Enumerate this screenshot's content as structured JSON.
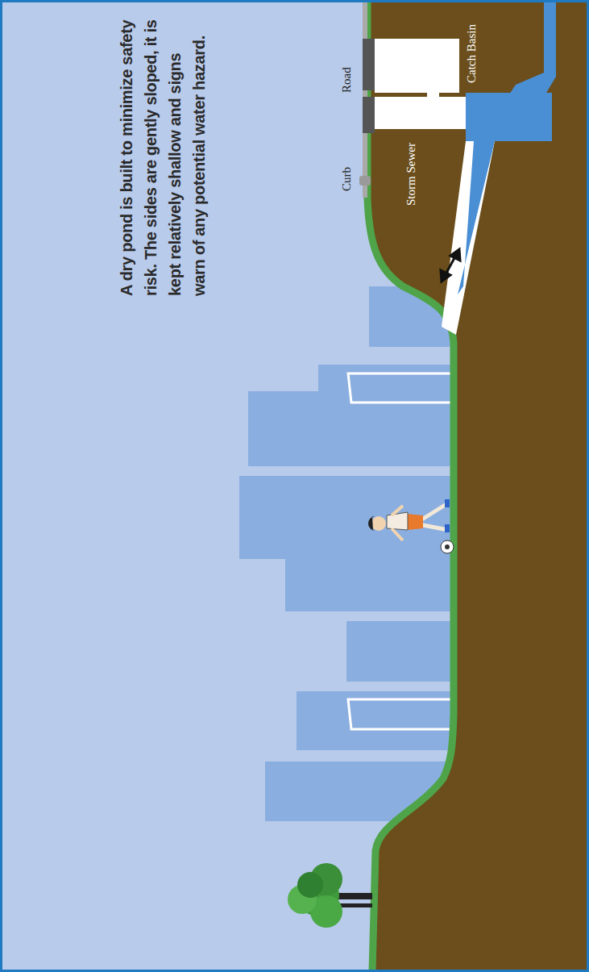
{
  "diagram": {
    "labels": [
      "A dry pond is built to minimize safety risk. The sides are gently sloped, it is kept relatively shallow and signs warn of any potential water hazard.",
      "Road",
      "Curb",
      "Storm Sewer",
      "Catch Basin"
    ]
  }
}
